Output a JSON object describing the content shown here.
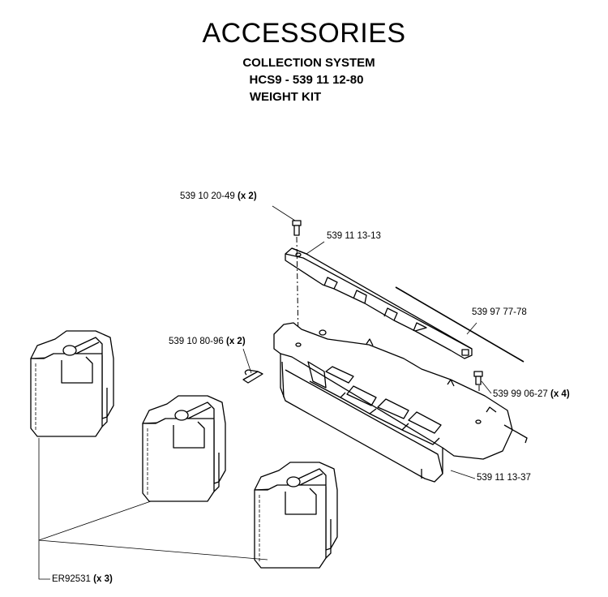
{
  "header": {
    "title": "ACCESSORIES",
    "subtitle_1": "COLLECTION SYSTEM",
    "subtitle_2": "HCS9 - 539 11 12-80",
    "subtitle_3": "WEIGHT KIT"
  },
  "parts": [
    {
      "number": "539 10 20-49",
      "qty": "(x 2)"
    },
    {
      "number": "539 11 13-13",
      "qty": ""
    },
    {
      "number": "539 97 77-78",
      "qty": ""
    },
    {
      "number": "539 10 80-96",
      "qty": "(x 2)"
    },
    {
      "number": "539 99 06-27",
      "qty": "(x 4)"
    },
    {
      "number": "539 11 13-37",
      "qty": ""
    },
    {
      "number": "ER92531",
      "qty": "(x 3)"
    }
  ]
}
